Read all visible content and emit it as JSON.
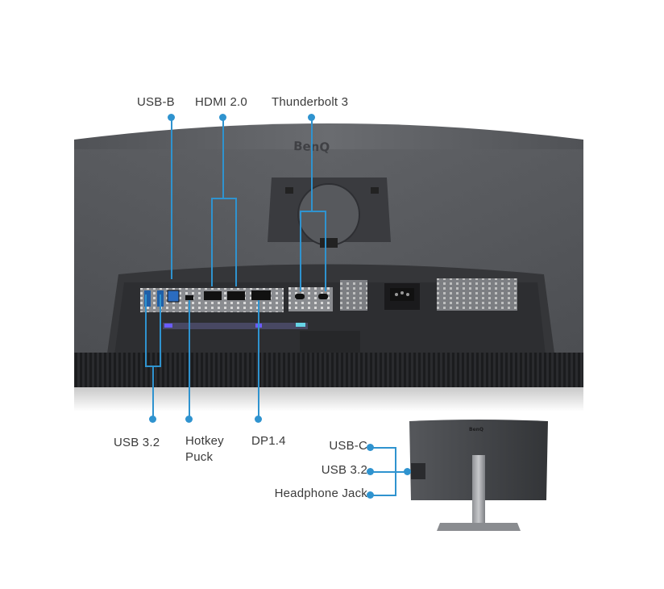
{
  "diagram": {
    "title": "BenQ monitor rear I/O ports",
    "brand": "BenQ",
    "accent_color": "#2f93cf",
    "top_labels": [
      {
        "id": "usb-b",
        "label": "USB-B"
      },
      {
        "id": "hdmi",
        "label": "HDMI 2.0"
      },
      {
        "id": "thunderbolt",
        "label": "Thunderbolt 3"
      }
    ],
    "bottom_labels": [
      {
        "id": "usb32",
        "label": "USB 3.2"
      },
      {
        "id": "hotkey",
        "label_line1": "Hotkey",
        "label_line2": "Puck"
      },
      {
        "id": "dp",
        "label": "DP1.4"
      }
    ],
    "side_labels": [
      {
        "id": "usbc",
        "label": "USB-C"
      },
      {
        "id": "usb32-side",
        "label": "USB 3.2"
      },
      {
        "id": "headphone",
        "label": "Headphone Jack"
      }
    ]
  }
}
